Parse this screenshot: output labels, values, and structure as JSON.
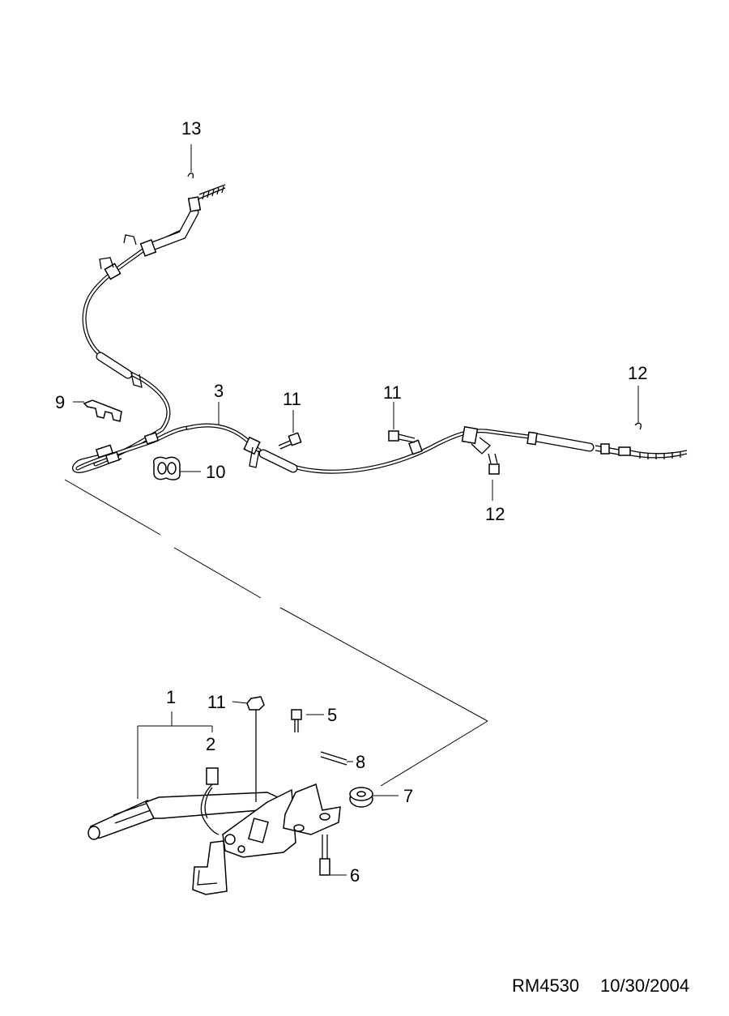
{
  "callouts": [
    {
      "id": "c1",
      "text": "1"
    },
    {
      "id": "c2",
      "text": "2"
    },
    {
      "id": "c3",
      "text": "3"
    },
    {
      "id": "c5",
      "text": "5"
    },
    {
      "id": "c6",
      "text": "6"
    },
    {
      "id": "c7",
      "text": "7"
    },
    {
      "id": "c8",
      "text": "8"
    },
    {
      "id": "c9",
      "text": "9"
    },
    {
      "id": "c10",
      "text": "10"
    },
    {
      "id": "c11a",
      "text": "11"
    },
    {
      "id": "c11b",
      "text": "11"
    },
    {
      "id": "c11c",
      "text": "11"
    },
    {
      "id": "c12a",
      "text": "12"
    },
    {
      "id": "c12b",
      "text": "12"
    },
    {
      "id": "c13",
      "text": "13"
    }
  ],
  "footer": {
    "code": "RM4530",
    "date": "10/30/2004"
  }
}
